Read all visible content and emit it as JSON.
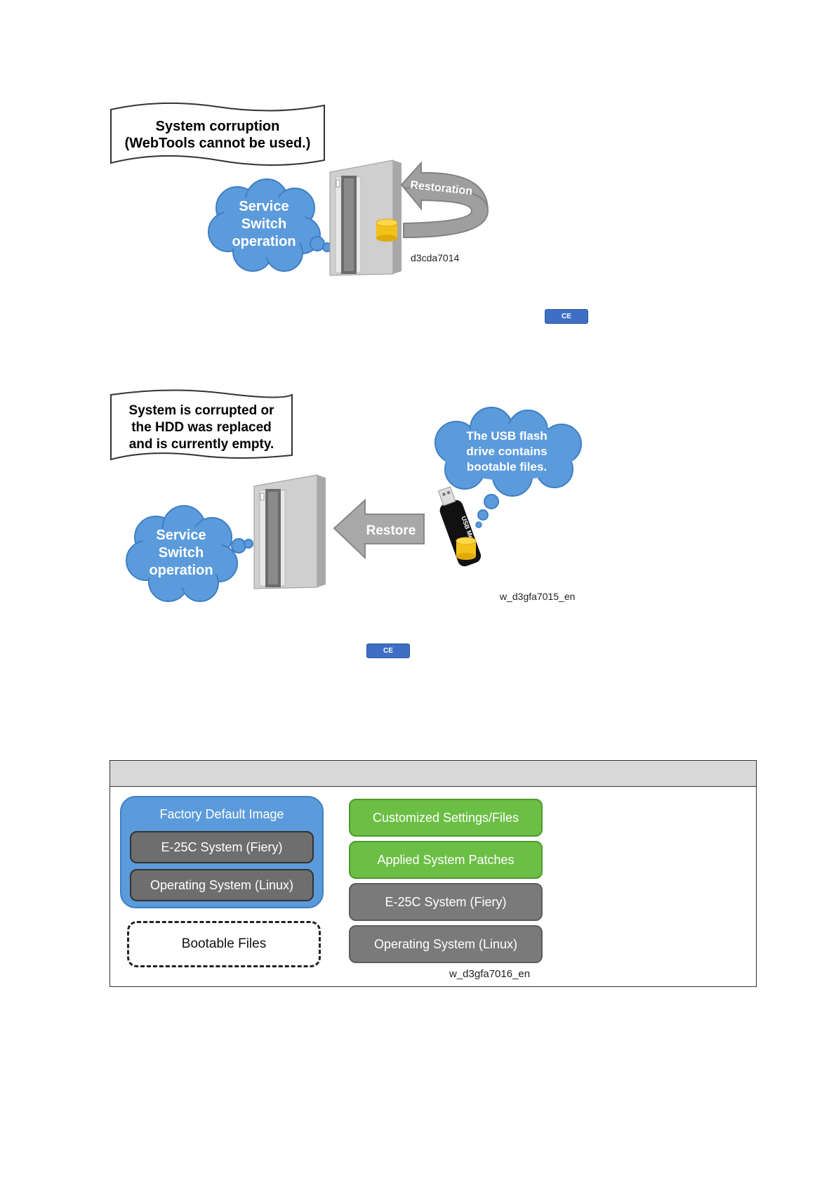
{
  "figure1": {
    "banner": [
      "System corruption",
      "(WebTools cannot be used.)"
    ],
    "cloud": [
      "Service",
      "Switch",
      "operation"
    ],
    "arrow_label": "Restoration",
    "fig_id": "d3cda7014",
    "badge": "CE"
  },
  "figure2": {
    "banner": [
      "System is corrupted or",
      "the HDD was replaced",
      "and is currently empty."
    ],
    "cloud_left": [
      "Service",
      "Switch",
      "operation"
    ],
    "cloud_right": [
      "The USB flash",
      "drive contains",
      "bootable files."
    ],
    "arrow_label": "Restore",
    "usb_label": "USB Me",
    "fig_id": "w_d3gfa7015_en",
    "badge": "CE"
  },
  "figure3": {
    "factory_title": "Factory Default Image",
    "factory_items": [
      "E-25C System (Fiery)",
      "Operating System (Linux)"
    ],
    "bootable": "Bootable Files",
    "stack_items": [
      "Customized Settings/Files",
      "Applied System Patches",
      "E-25C System (Fiery)",
      "Operating System (Linux)"
    ],
    "fig_id": "w_d3gfa7016_en"
  },
  "colors": {
    "cloud": "#5b9bdc",
    "green": "#6cbf45",
    "gray": "#7a7a7a",
    "badge": "#3f6fc4",
    "drum": "#f2c21b"
  }
}
